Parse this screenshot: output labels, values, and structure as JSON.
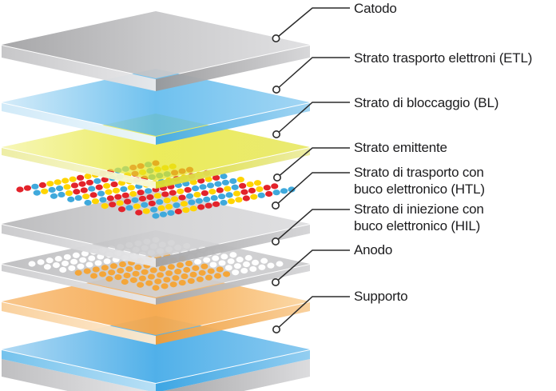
{
  "figure": {
    "type": "layer-stack-diagram",
    "background": "#ffffff",
    "leader_line_color": "#2b2b2b",
    "label_text_color": "#1c1c1e",
    "layers": [
      {
        "key": "catodo",
        "label_lines": [
          "Catodo"
        ],
        "kind": "slab",
        "face_top": [
          "#a2a2a4",
          "#c7c7c9",
          "#dfdfe1"
        ],
        "face_left": [
          "#c4c4c6",
          "#e9e9eb"
        ],
        "face_right": [
          "#98989a",
          "#d6d6d8"
        ]
      },
      {
        "key": "etl",
        "label_lines": [
          "Strato trasporto elettroni (ETL)"
        ],
        "kind": "slab",
        "face_top": [
          "#cfe9f8",
          "#55b6ec",
          "#93cff2"
        ],
        "face_left": [
          "#cfe9f8",
          "#eef7fc"
        ],
        "face_right": [
          "#44abe5",
          "#9ed3f2"
        ]
      },
      {
        "key": "bl",
        "label_lines": [
          "Strato di bloccaggio (BL)"
        ],
        "kind": "slab",
        "face_top": [
          "#f3f39c",
          "#e4e41c",
          "#e2e23c"
        ],
        "face_left": [
          "#ededa2",
          "#f8f8d8"
        ],
        "face_right": [
          "#d9d92c",
          "#ededa2"
        ]
      },
      {
        "key": "emittente",
        "label_lines": [
          "Strato emittente"
        ],
        "kind": "dot-plane",
        "dot_colors": [
          "#e3232b",
          "#3fa9dc",
          "#ffd400"
        ]
      },
      {
        "key": "htl",
        "label_lines": [
          "Strato di trasporto con",
          "buco elettronico (HTL)"
        ],
        "kind": "slab",
        "face_top": [
          "#b3b3b5",
          "#cfcfd1",
          "#dbdbdd"
        ],
        "face_left": [
          "#c9c9cb",
          "#e8e8ea"
        ],
        "face_right": [
          "#a3a3a5",
          "#d4d4d6"
        ]
      },
      {
        "key": "hil",
        "label_lines": [
          "Strato di iniezione con",
          "buco elettronico (HIL)"
        ],
        "kind": "slab-with-holes",
        "hole_color": "#ffffff",
        "hole_color_over_anode": "#f5a435",
        "face_top": [
          "#bbbbbd",
          "#d2d2d4",
          "#c8c8ca"
        ],
        "face_left": [
          "#ccccce",
          "#e9e9eb"
        ],
        "face_right": [
          "#a8a8aa",
          "#d6d6d8"
        ]
      },
      {
        "key": "anodo",
        "label_lines": [
          "Anodo"
        ],
        "kind": "slab",
        "face_top": [
          "#f8c386",
          "#f6a74a",
          "#fbd7a4"
        ],
        "face_left": [
          "#f9cf9a",
          "#fdebd2"
        ],
        "face_right": [
          "#ef9c38",
          "#f9cf9a"
        ]
      },
      {
        "key": "supporto",
        "label_lines": [
          "Supporto"
        ],
        "kind": "slab-on-base",
        "face_top": [
          "#aed8f3",
          "#47ace8",
          "#85c7ef"
        ],
        "face_left": [
          "#6fc0ec",
          "#b5def5"
        ],
        "face_right": [
          "#35a2e2",
          "#8fccf0"
        ],
        "base_left": [
          "#bfbfc1",
          "#e8e8ea"
        ],
        "base_right": [
          "#a5a5a7",
          "#dcdcde"
        ]
      }
    ]
  }
}
